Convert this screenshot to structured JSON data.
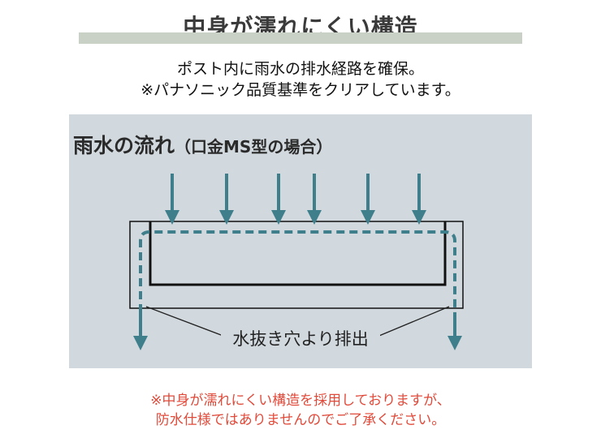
{
  "header": {
    "title": "中身が濡れにくい構造",
    "subtitle_line1": "ポスト内に雨水の排水経路を確保。",
    "subtitle_line2": "※パナソニック品質基準をクリアしています。"
  },
  "diagram": {
    "heading": "雨水の流れ",
    "heading_sub": "（口金MS型の場合）",
    "drain_label": "水抜き穴より排出",
    "colors": {
      "panel": "#d2d9de",
      "flow": "#3f7f8c",
      "outline": "#111111"
    },
    "icons": [
      "rain-arrow-icon",
      "drain-arrow-icon"
    ]
  },
  "notice": {
    "line1": "※中身が濡れにくい構造を採用しておりますが、",
    "line2": "防水仕様ではありませんのでご了承ください。",
    "color": "#e04a3a"
  }
}
